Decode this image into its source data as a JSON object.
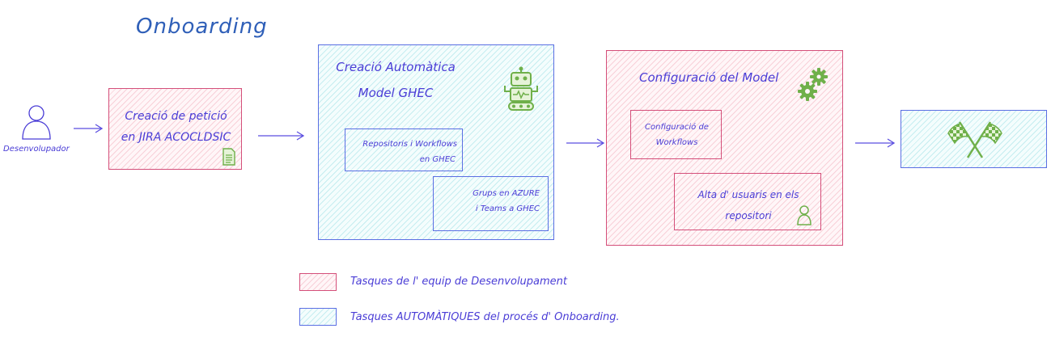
{
  "title": "Onboarding",
  "actor": {
    "label": "Desenvolupador",
    "icon": "person-icon"
  },
  "request_box": {
    "line1": "Creació de petició",
    "line2": "en JIRA ACOCLDSIC",
    "icon": "document-icon"
  },
  "auto_group": {
    "title_line1": "Creació Automàtica",
    "title_line2": "Model GHEC",
    "icon": "robot-icon",
    "sub1": {
      "line1": "Repositoris i Workflows",
      "line2": "en GHEC"
    },
    "sub2": {
      "line1": "Grups en AZURE",
      "line2": "i Teams a GHEC"
    }
  },
  "config_group": {
    "title": "Configuració del Model",
    "icon": "gears-icon",
    "sub1": {
      "line1": "Configuració de",
      "line2": "Workflows"
    },
    "sub2": {
      "line1": "Alta d' usuaris en els",
      "line2": "repositori",
      "icon": "user-icon"
    }
  },
  "finish_box": {
    "icon": "checkered-flags-icon"
  },
  "legend": [
    {
      "label": "Tasques de l' equip de Desenvolupament",
      "color": "#f0a0b0"
    },
    {
      "label": "Tasques AUTOMÀTIQUES del procés d' Onboarding.",
      "color": "#9fe0e0"
    }
  ],
  "colors": {
    "text": "#4a3dd6",
    "title": "#2f5fb8",
    "icon_green": "#6fb04a",
    "pink_border": "#d44f7a",
    "cyan_border": "#5b6fe3"
  }
}
